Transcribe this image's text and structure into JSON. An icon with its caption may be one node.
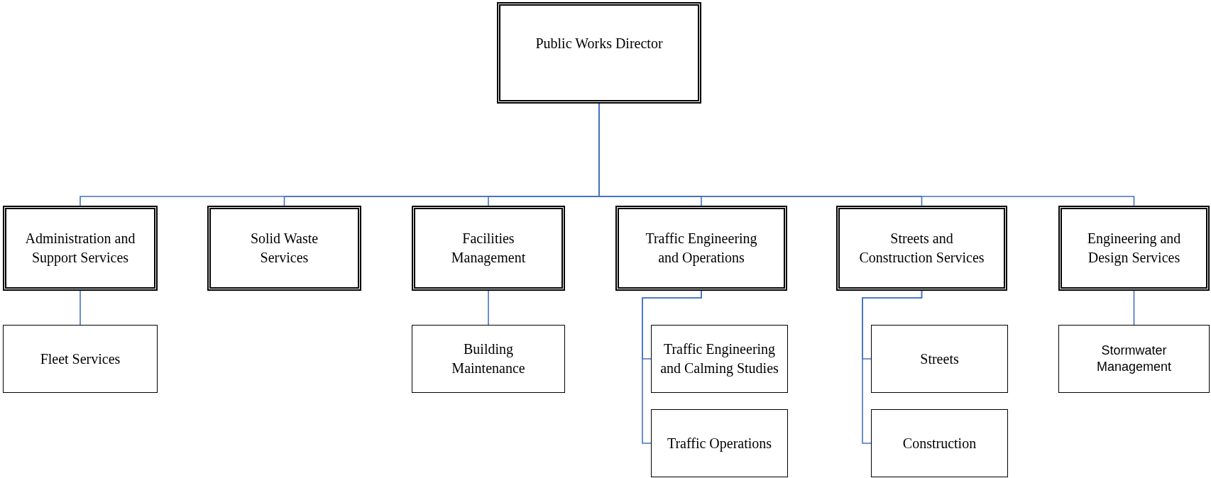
{
  "diagram": {
    "nodes": [
      {
        "text": [
          "Public Works Director"
        ]
      },
      {
        "text": [
          "Administration and Support Services"
        ]
      },
      {
        "text": [
          "Solid Waste Services"
        ]
      },
      {
        "text": [
          "Facilities Management"
        ]
      },
      {
        "text": [
          "Traffic Engineering and Operations"
        ]
      },
      {
        "text": [
          "Streets and Construction Services"
        ]
      },
      {
        "text": [
          "Engineering and Design Services"
        ]
      },
      {
        "text": [
          "Fleet Services"
        ]
      },
      {
        "text": [
          "Building Maintenance"
        ]
      },
      {
        "text": [
          "Traffic Engineering and Calming Studies"
        ]
      },
      {
        "text": [
          "Traffic Operations"
        ]
      },
      {
        "text": [
          "Streets"
        ]
      },
      {
        "text": [
          "Construction"
        ]
      },
      {
        "text": [
          "Stormwater Management"
        ]
      }
    ],
    "edges": [
      {
        "from": 0,
        "to": 1,
        "arrow": "none"
      },
      {
        "from": 0,
        "to": 2,
        "arrow": "none"
      },
      {
        "from": 0,
        "to": 3,
        "arrow": "none"
      },
      {
        "from": 0,
        "to": 4,
        "arrow": "none"
      },
      {
        "from": 0,
        "to": 5,
        "arrow": "none"
      },
      {
        "from": 0,
        "to": 6,
        "arrow": "none"
      },
      {
        "from": 1,
        "to": 7,
        "arrow": "none"
      },
      {
        "from": 3,
        "to": 8,
        "arrow": "none"
      },
      {
        "from": 4,
        "to": 9,
        "arrow": "none"
      },
      {
        "from": 4,
        "to": 10,
        "arrow": "none"
      },
      {
        "from": 5,
        "to": 11,
        "arrow": "none"
      },
      {
        "from": 5,
        "to": 12,
        "arrow": "none"
      },
      {
        "from": 6,
        "to": 13,
        "arrow": "none"
      }
    ]
  }
}
